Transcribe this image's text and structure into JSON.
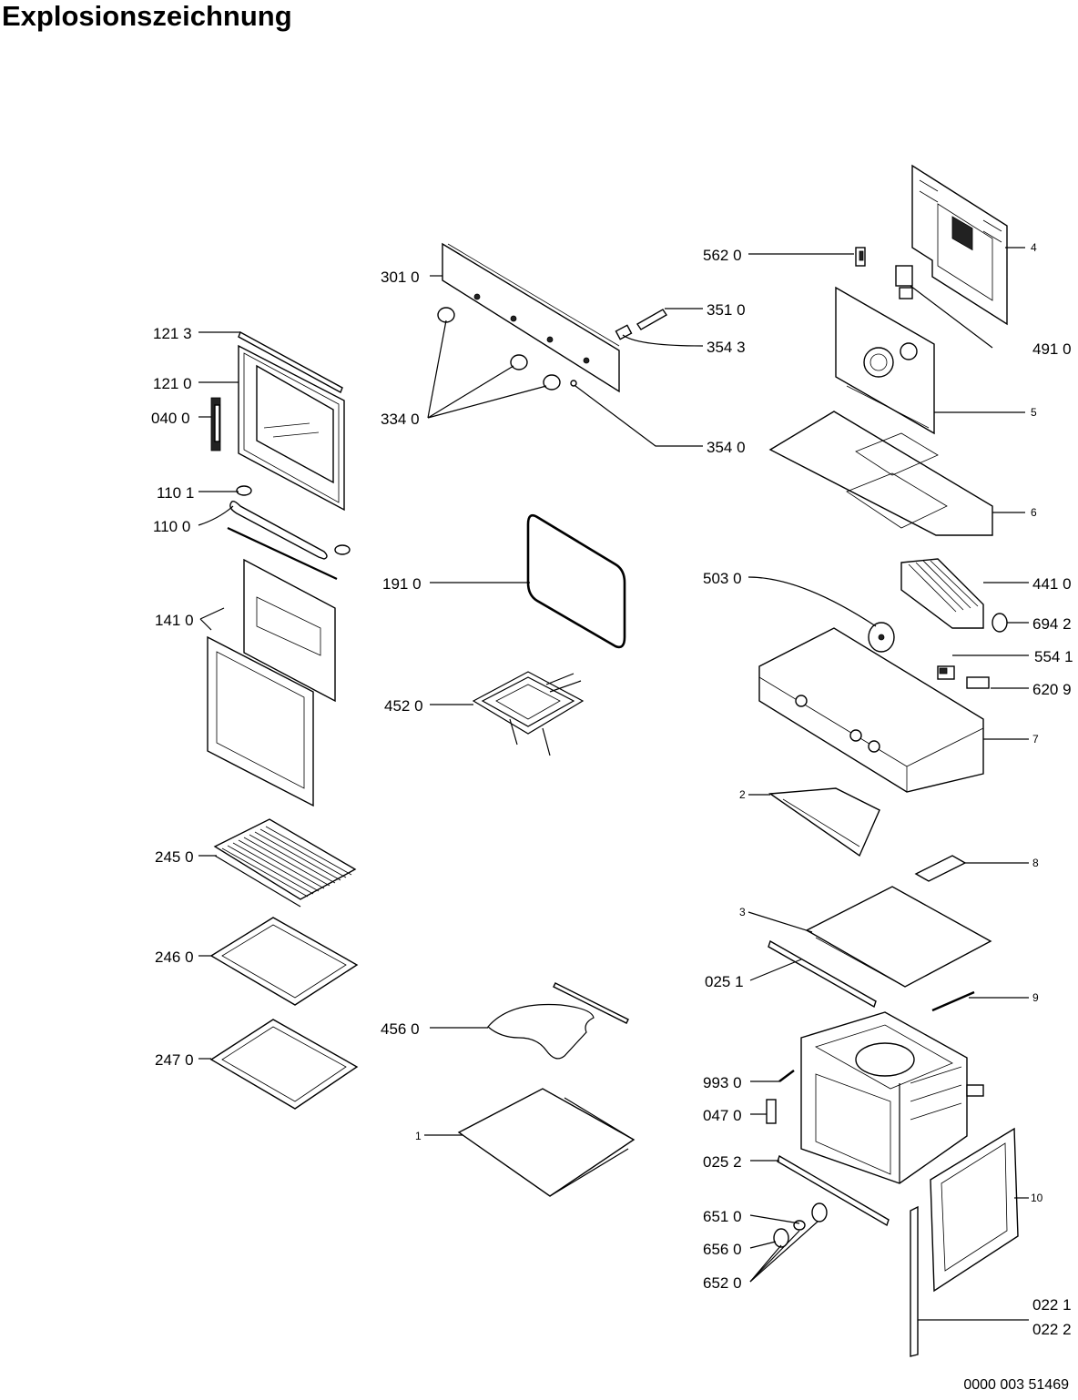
{
  "title": "Explosionszeichnung",
  "document_number": "0000 003 51469",
  "labels": {
    "l_1213": "121 3",
    "l_1210": "121 0",
    "l_0400": "040 0",
    "l_1101": "110 1",
    "l_1100": "110 0",
    "l_1410": "141 0",
    "l_2450": "245 0",
    "l_2460": "246 0",
    "l_2470": "247 0",
    "l_3010": "301 0",
    "l_3340": "334 0",
    "l_3510": "351 0",
    "l_3543": "354 3",
    "l_3540": "354 0",
    "l_1910": "191 0",
    "l_4520": "452 0",
    "l_4560": "456 0",
    "l_1": "1",
    "l_5620": "562 0",
    "l_4": "4",
    "l_4910": "491 0",
    "l_5": "5",
    "l_6": "6",
    "l_5030": "503 0",
    "l_4410": "441 0",
    "l_6942": "694 2",
    "l_5541": "554 1",
    "l_6209": "620 9",
    "l_7": "7",
    "l_2": "2",
    "l_8": "8",
    "l_3": "3",
    "l_0251": "025 1",
    "l_9": "9",
    "l_9930": "993 0",
    "l_0470": "047 0",
    "l_0252": "025 2",
    "l_10": "10",
    "l_6510": "651 0",
    "l_6560": "656 0",
    "l_6520": "652 0",
    "l_0221": "022 1",
    "l_0222": "022 2"
  }
}
